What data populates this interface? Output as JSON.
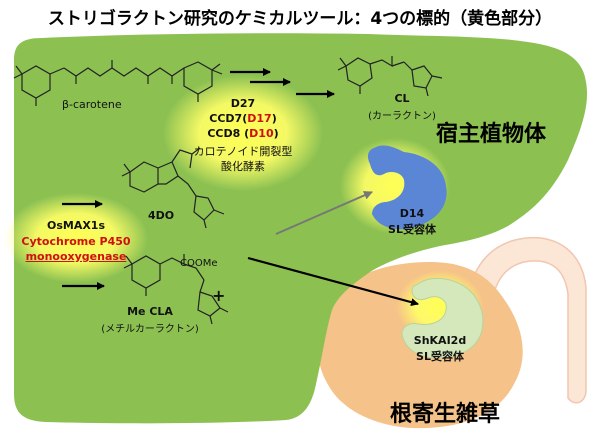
{
  "title": "ストリゴラクトン研究のケミカルツール：4つの標的（黄色部分）",
  "host": {
    "label": "宿主植物体",
    "beta_carotene": "β-carotene",
    "d27": "D27",
    "ccd7_prefix": "CCD7(",
    "ccd7_code": "D17",
    "ccd7_suffix": ")",
    "ccd8_prefix": "CCD8 (",
    "ccd8_code": "D10",
    "ccd8_suffix": ")",
    "ccd_desc1": "カロテノイド開裂型",
    "ccd_desc2": "酸化酵素",
    "cl": "CL",
    "cl_desc": "(カーラクトン)",
    "d14": "D14",
    "d14_desc": "SL受容体",
    "four_do": "4DO",
    "osmax1s": "OsMAX1s",
    "p450_line1": "Cytochrome P450",
    "p450_line2": "monooxygenase",
    "coome": "COOMe",
    "me_cla": "Me CLA",
    "me_cla_desc": "(メチルカーラクトン)",
    "plus_sign": "+"
  },
  "parasite": {
    "label": "根寄生雑草",
    "shkai2d": "ShKAI2d",
    "shkai2d_desc": "SL受容体"
  },
  "colors": {
    "host_green": "#8cc152",
    "parasite_orange": "#f5c28a",
    "yellow_glow": "#ffff55",
    "d14_blue": "#5b86d6",
    "receptor_pale_green": "#cfe6b3",
    "red_text": "#d01010"
  }
}
